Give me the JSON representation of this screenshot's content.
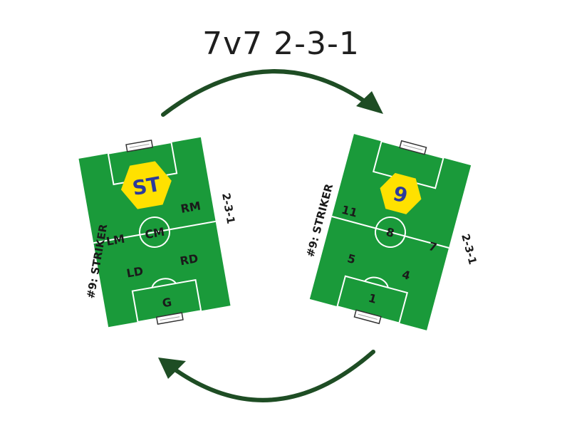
{
  "title": "7v7 2-3-1",
  "colors": {
    "pitch": "#1a9a3a",
    "line": "#ffffff",
    "arrow": "#1e4d24",
    "badge": "#ffe100",
    "badge_text": "#2b3a9c"
  },
  "left_field": {
    "badge": "ST",
    "positions": {
      "lm": "LM",
      "cm": "CM",
      "rm": "RM",
      "ld": "LD",
      "rd": "RD",
      "g": "G"
    },
    "side_label": "#9: STRIKER",
    "formation_label": "2-3-1"
  },
  "right_field": {
    "badge": "9",
    "positions": {
      "p11": "11",
      "p8": "8",
      "p7": "7",
      "p5": "5",
      "p4": "4",
      "p1": "1"
    },
    "side_label": "#9: STRIKER",
    "formation_label": "2-3-1"
  }
}
